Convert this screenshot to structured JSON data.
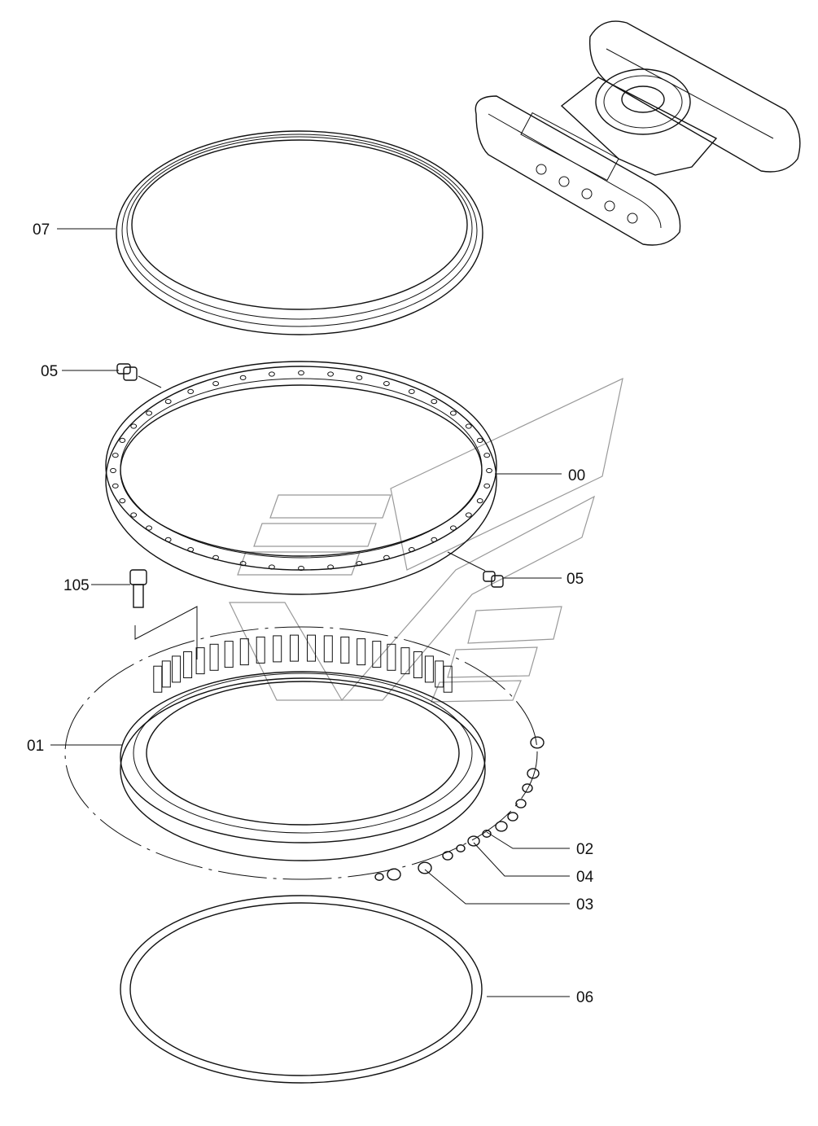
{
  "labels": {
    "p07": "07",
    "p05a": "05",
    "p00": "00",
    "p05b": "05",
    "p105": "105",
    "p01": "01",
    "p02": "02",
    "p04": "04",
    "p03": "03",
    "p06": "06"
  },
  "colors": {
    "ink": "#111111",
    "watermark": "#999999",
    "background": "#ffffff"
  }
}
